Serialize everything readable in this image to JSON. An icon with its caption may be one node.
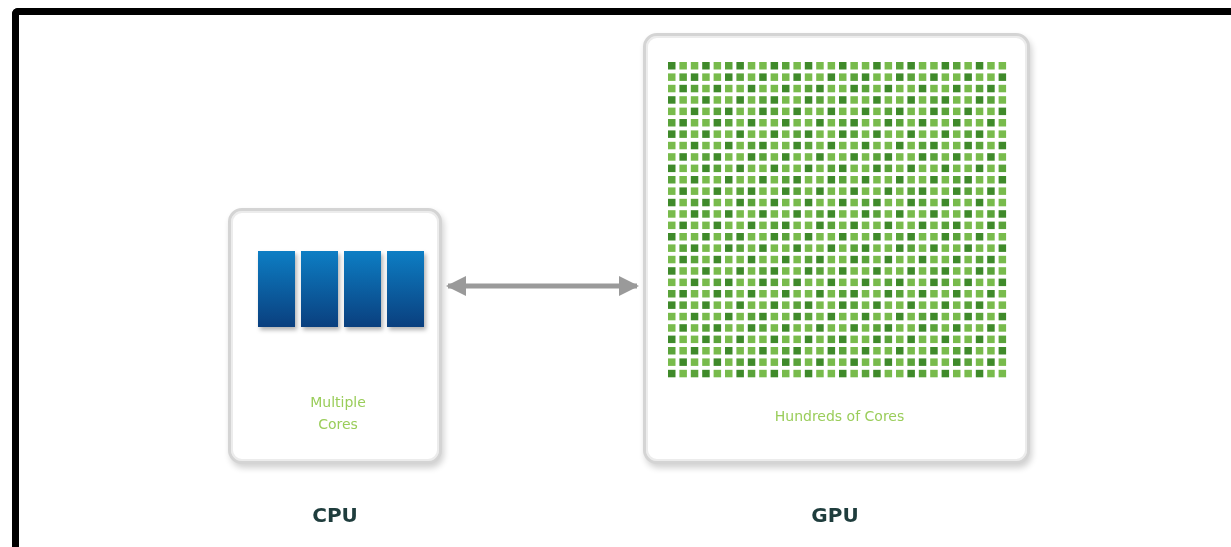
{
  "diagram": {
    "nodes": [
      {
        "text": [
          "Multiple Cores"
        ],
        "beside": [
          "CPU"
        ]
      },
      {
        "text": [
          "Hundreds of Cores"
        ],
        "beside": [
          "GPU"
        ]
      }
    ],
    "edges": [
      {
        "from": 0,
        "to": 1,
        "arrow": "both"
      }
    ]
  }
}
